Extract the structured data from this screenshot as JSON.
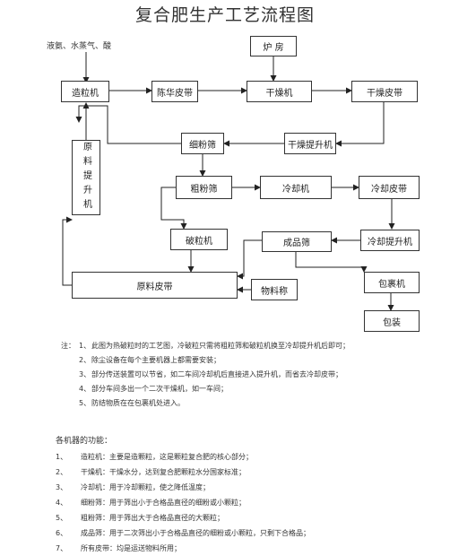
{
  "title": "复合肥生产工艺流程图",
  "feed_label": "液氨、水蒸气、酸",
  "nodes": {
    "furnace": "炉 房",
    "granulator": "造粒机",
    "belt_a": "陈华皮带",
    "dryer": "干燥机",
    "dry_belt": "干燥皮带",
    "dry_elevator": "干燥提升机",
    "fine_screen": "细粉筛",
    "raw_elevator": "原料提升机",
    "coarse_screen": "粗粉筛",
    "cooler": "冷却机",
    "cool_belt": "冷却皮带",
    "crusher": "破粒机",
    "product_screen": "成品筛",
    "cool_elevator": "冷却提升机",
    "raw_belt": "原料皮带",
    "materials": "物料称",
    "coater": "包裹机",
    "packing": "包装"
  },
  "notes": {
    "prefix": "注：",
    "items": [
      "此图为热破粒时的工艺图，冷破粒只需将粗粒筛和破粒机换至冷却提升机后即可；",
      "除尘设备在每个主要机器上都需要安装；",
      "部分传送装置可以节省，如二车间冷却机后直接进入提升机，而省去冷却皮带；",
      "部分车间多出一个二次干燥机，如一车间；",
      "防结物质在在包裹机处进入。"
    ]
  },
  "functions": {
    "title": "各机器的功能：",
    "items": [
      "造粒机：主要是造颗粒，这是颗粒复合肥的核心部分；",
      "干燥机：干燥水分，达到复合肥颗粒水分国家标准；",
      "冷却机：用于冷却颗粒，使之降低温度；",
      "细粉筛：用于筛出小于合格品直径的细粉或小颗粒；",
      "粗粉筛：用于筛出大于合格品直径的大颗粒；",
      "成品筛：用于二次筛出小于合格品直径的细粉或小颗粒，只剩下合格品；",
      "所有皮带：均是运送物料所用；"
    ]
  }
}
